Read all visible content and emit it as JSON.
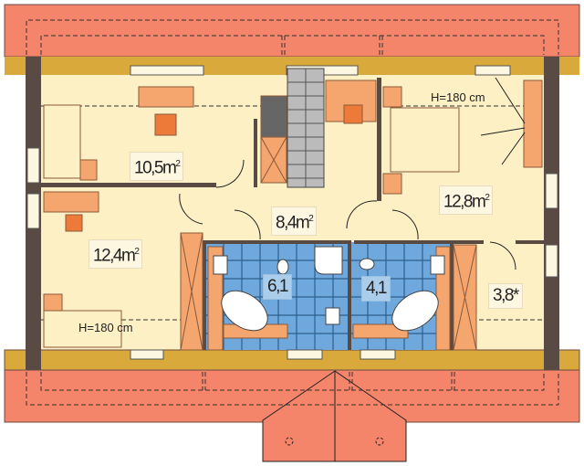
{
  "rooms": [
    {
      "name": "room-top-left",
      "area": "10,5",
      "unit": "m",
      "exp": "2"
    },
    {
      "name": "hall",
      "area": "8,4",
      "unit": "m",
      "exp": "2"
    },
    {
      "name": "bedroom-right",
      "area": "12,8",
      "unit": "m",
      "exp": "2"
    },
    {
      "name": "room-bottom-left",
      "area": "12,4",
      "unit": "m",
      "exp": "2"
    },
    {
      "name": "bathroom-1",
      "area": "6,1"
    },
    {
      "name": "bathroom-2",
      "area": "4,1"
    },
    {
      "name": "storage",
      "area": "3,8*"
    }
  ],
  "height_notes": [
    "H=180 cm",
    "H=180 cm"
  ],
  "colors": {
    "roof": "#f4846a",
    "eaves": "#d9a93c",
    "floor": "#fdf0c4",
    "wall": "#5a4a44",
    "furniture": "#f5a56e",
    "tile": "#6fa8dc"
  }
}
